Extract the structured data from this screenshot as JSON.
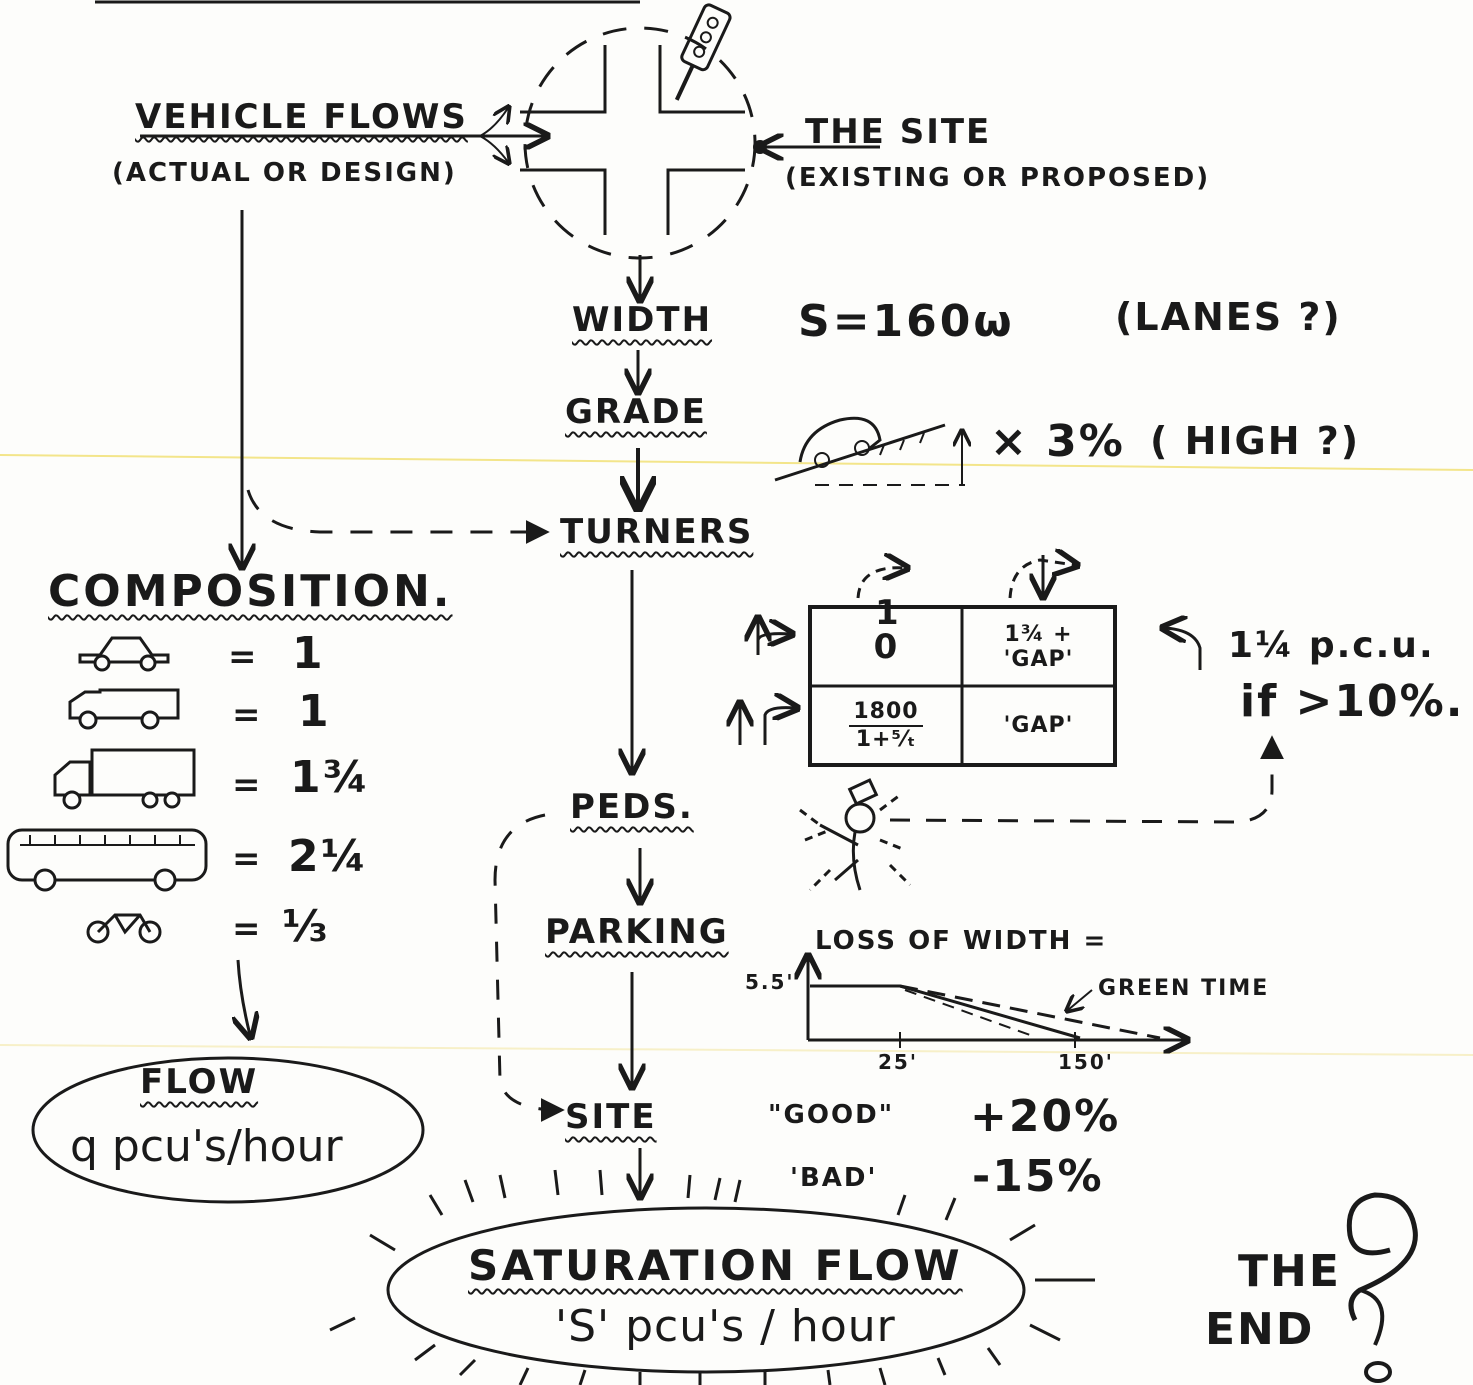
{
  "sources": {
    "vehicle_flows": "VEHICLE FLOWS",
    "vehicle_flows_sub": "(ACTUAL OR DESIGN)",
    "site": "THE SITE",
    "site_sub": "(EXISTING OR PROPOSED)"
  },
  "factors": {
    "width": "WIDTH",
    "width_formula": "S=160ω",
    "width_note": "(LANES ?)",
    "grade": "GRADE",
    "grade_value": "× 3%",
    "grade_note": "( HIGH ?)",
    "turners": "TURNERS",
    "peds": "PEDS.",
    "parking": "PARKING",
    "site": "SITE"
  },
  "turners_table": {
    "col_head_1": "1",
    "cell_r1c1": "0",
    "cell_r1c2_top": "1¾ +",
    "cell_r1c2_bottom": "'GAP'",
    "cell_r2c1_num": "1800",
    "cell_r2c1_den": "1+⁵⁄ₜ",
    "cell_r2c2": "'GAP'",
    "right_turn_note_1": "1¼ p.c.u.",
    "right_turn_note_2": "if >10%."
  },
  "composition": {
    "title": "COMPOSITION.",
    "items": [
      {
        "icon": "car-icon",
        "value": "1"
      },
      {
        "icon": "van-icon",
        "value": "1"
      },
      {
        "icon": "lorry-icon",
        "value": "1¾"
      },
      {
        "icon": "bus-icon",
        "value": "2¼"
      },
      {
        "icon": "bicycle-icon",
        "value": "⅓"
      }
    ]
  },
  "flow": {
    "title": "FLOW",
    "unit": "q pcu's/hour"
  },
  "parking_chart": {
    "title": "LOSS OF WIDTH =",
    "y_label": "5.5'",
    "line_label": "GREEN TIME",
    "x_ticks": [
      "25'",
      "150'"
    ]
  },
  "site_effect": {
    "good_label": "\"GOOD\"",
    "good_value": "+20%",
    "bad_label": "'BAD'",
    "bad_value": "-15%"
  },
  "saturation": {
    "title": "SATURATION FLOW",
    "unit": "'S' pcu's / hour"
  },
  "ending": {
    "line1": "THE",
    "line2": "END",
    "mark": "?"
  },
  "colors": {
    "ink": "#1a1a1a",
    "paper": "#fdfdfb",
    "ruled_line": "#f3e58a"
  }
}
